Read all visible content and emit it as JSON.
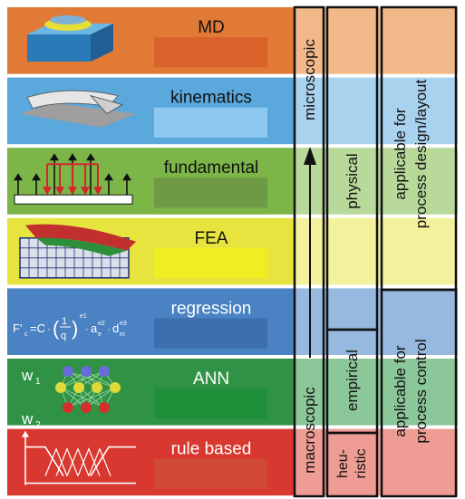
{
  "rows": [
    {
      "label": "MD",
      "label_color": "#111111",
      "color": "#e07a35",
      "light": "#f1b989",
      "swatch": "#d9622a",
      "icon": "md-atomistic-block-icon"
    },
    {
      "label": "kinematics",
      "label_color": "#111111",
      "color": "#5aa8dc",
      "light": "#a9d2ee",
      "swatch": "#8ec9f2",
      "icon": "kinematics-chip-icon"
    },
    {
      "label": "fundamental",
      "label_color": "#111111",
      "color": "#7cb548",
      "light": "#b9d99a",
      "swatch": "#6f9a45",
      "icon": "force-arrows-icon"
    },
    {
      "label": "FEA",
      "label_color": "#111111",
      "color": "#e7e43f",
      "light": "#f3f19b",
      "swatch": "#f0ee20",
      "icon": "fea-mesh-icon"
    },
    {
      "label": "regression",
      "label_color": "#ffffff",
      "color": "#4a82c3",
      "light": "#97b8df",
      "swatch": "#3d6fae",
      "icon": "regression-formula-icon"
    },
    {
      "label": "ANN",
      "label_color": "#ffffff",
      "color": "#2f9245",
      "light": "#8cc79a",
      "swatch": "#1f8f3a",
      "icon": "neural-network-icon"
    },
    {
      "label": "rule based",
      "label_color": "#ffffff",
      "color": "#d8382f",
      "light": "#ee9c94",
      "swatch": "#d14a37",
      "icon": "fuzzy-membership-icon"
    }
  ],
  "formula": {
    "lhs": "F'",
    "sub": "c",
    "eq": "=C",
    "frac_num": "1",
    "frac_den": "q",
    "a": "a",
    "d": "d",
    "e1": "e1",
    "e2": "e2",
    "e3": "e3",
    "sub2": "e",
    "sub3": "m"
  },
  "ann": {
    "w1": "w",
    "w1_sub": "1",
    "w2": "w",
    "w2_sub": "2"
  },
  "axis": {
    "top": "microscopic",
    "bottom": "macroscopic"
  },
  "model_type": {
    "physical": "physical",
    "empirical": "empirical",
    "heuristic_line1": "heu-",
    "heuristic_line2": "ristic"
  },
  "application": {
    "design_line1": "applicable for",
    "design_line2": "process design/layout",
    "control_line1": "applicable for",
    "control_line2": "process control"
  }
}
